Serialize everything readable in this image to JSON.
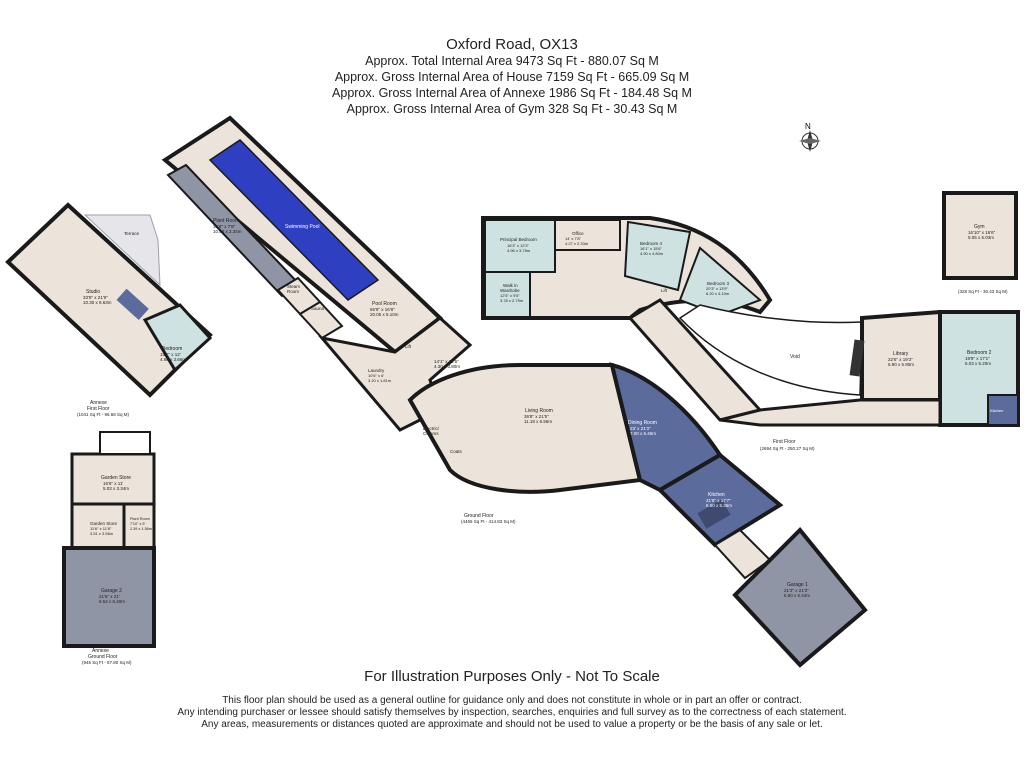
{
  "header": {
    "title": "Oxford Road, OX13",
    "areas": [
      "Approx. Total Internal Area 9473 Sq Ft - 880.07 Sq M",
      "Approx. Gross Internal Area of House 7159 Sq Ft - 665.09 Sq M",
      "Approx. Gross Internal Area of Annexe 1986 Sq Ft - 184.48 Sq M",
      "Approx. Gross Internal Area of Gym 328 Sq Ft - 30.43 Sq M"
    ]
  },
  "compass": {
    "label": "N"
  },
  "rooms": {
    "terrace": "Terrace",
    "plant_room": "Plant Room",
    "plant_room_dims": [
      "35'8\" x 7'8\"",
      "10.88 x 2.34m"
    ],
    "swimming_pool": "Swimming Pool",
    "steam_room": [
      "Steam",
      "Room"
    ],
    "sauna": [
      "Sauna"
    ],
    "pool_room": "Pool Room",
    "pool_room_dims": [
      "65'9\" x 16'8\"",
      "20.05 x 5.10m"
    ],
    "lift": "Lift",
    "room_1411": [
      "14'1\" x 12'6\"",
      "4.30 x 3.80m"
    ],
    "laundry": "Laundry",
    "laundry_dims": [
      "10'6\" x 6'",
      "3.20 x 1.81m"
    ],
    "electric_comms": [
      "Electric/",
      "Comms"
    ],
    "coats": "Coats",
    "living_room": "Living Room",
    "living_room_dims": [
      "36'8\" x 21'5\"",
      "11.18 x 6.58m"
    ],
    "dining_room": "Dining Room",
    "dining_room_dims": [
      "23' x 21'3\"",
      "7.00 x 6.46m"
    ],
    "kitchen": "Kitchen",
    "kitchen_dims": [
      "21'8\" x 17'7\"",
      "6.60 x 5.36m"
    ],
    "garage_1": "Garage 1",
    "garage_1_dims": [
      "21'3\" x 21'3\"",
      "6.50 x 6.44m"
    ],
    "studio": "Studio",
    "studio_dims": [
      "33'9\" x 21'9\"",
      "10.30 x 6.63m"
    ],
    "annexe_bedroom": "Bedroom",
    "annexe_bedroom_dims": [
      "15'1\" x 12'",
      "4.60 x 3.66m"
    ],
    "garden_store_1": "Garden Store",
    "garden_store_1_dims": [
      "16'6\" x 11'",
      "5.03 x 3.34m"
    ],
    "garden_store_2": "Garden Store",
    "garden_store_2_dims": [
      "11'6\" x 11'8\"",
      "3.51 x 3.56m"
    ],
    "plant_room_2": [
      "Plant Room",
      "7'10\" x 5'",
      "2.39 x 1.56m"
    ],
    "garage_2": "Garage 2",
    "garage_2_dims": [
      "21'6\" x 21'",
      "6.54 x 6.40m"
    ],
    "principal_bedroom": "Principal Bedroom",
    "principal_bedroom_dims": [
      "16'3\" x 12'3\"",
      "4.96 x 3.75m"
    ],
    "office": "Office",
    "office_dims": [
      "14' x 7'8\"",
      "4.27 x 2.33m"
    ],
    "bedroom_4": "Bedroom 4",
    "bedroom_4_dims": [
      "16'1\" x 15'6\"",
      "4.90 x 4.80m"
    ],
    "bedroom_3": "Bedroom 3",
    "bedroom_3_dims": [
      "20'3\" x 13'9\"",
      "6.20 x 4.10m"
    ],
    "walk_in_wardrobe": [
      "Walk in",
      "Wardrobe"
    ],
    "walk_in_wardrobe_dims": [
      "12'5\" x 9'5\"",
      "3.78 x 2.79m"
    ],
    "lift_2": "Lift",
    "void": "Void",
    "library": "Library",
    "library_dims": [
      "22'6\" x 19'3\"",
      "6.90 x 5.90m"
    ],
    "bedroom_2": "Bedroom 2",
    "bedroom_2_dims": [
      "19'9\" x 17'1\"",
      "6.03 x 5.20m"
    ],
    "kitchen_2": "Kitchen",
    "gym": "Gym",
    "gym_dims": [
      "16'10\" x 16'6\"",
      "5.05 x 5.03m"
    ]
  },
  "floors": {
    "annexe_first": {
      "label": "Annexe",
      "sub": "First Floor",
      "area": "(1041 Sq Ft - 96.68 Sq M)"
    },
    "annexe_ground": {
      "label": "Annexe",
      "sub": "Ground Floor",
      "area": "(945 Sq Ft - 87.80 Sq M)"
    },
    "ground": {
      "label": "Ground Floor",
      "area": "(4465 Sq Ft - 414.83 Sq M)"
    },
    "first": {
      "label": "First Floor",
      "area": "(2694 Sq Ft - 250.27 Sq M)"
    },
    "gym": {
      "area": "(328 Sq Ft - 30.43 Sq M)"
    }
  },
  "footer": {
    "title": "For Illustration Purposes Only - Not To Scale",
    "lines": [
      "This floor plan should be used as a general outline for guidance only and does not constitute in whole or in part an offer or contract.",
      "Any intending purchaser or lessee should satisfy themselves by inspection, searches, enquiries and full survey as to the correctness of each statement.",
      "Any areas, measurements or distances quoted are approximate and should not be used to value a property or be the basis of any sale or let."
    ]
  },
  "colors": {
    "room_fill": "#ece4da",
    "pool_blue": "#2f3fc2",
    "dining_blue": "#5b6b9c",
    "garage_grey": "#8f95a5",
    "bedroom_teal": "#cfe2e2",
    "wall": "#1a1a1a"
  }
}
